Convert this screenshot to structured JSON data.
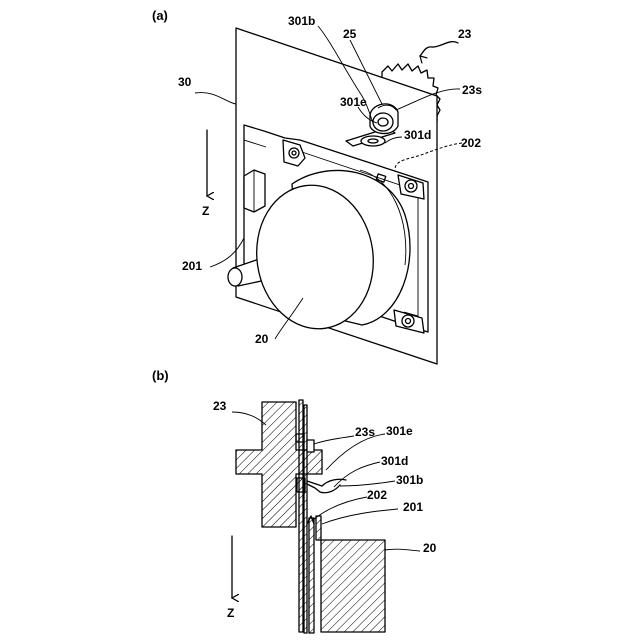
{
  "panel_a": {
    "label": "(a)",
    "labels": {
      "l23": "23",
      "l25": "25",
      "l301b": "301b",
      "l23s": "23s",
      "l30": "30",
      "l301e": "301e",
      "l301d": "301d",
      "l202": "202",
      "z": "Z",
      "l201": "201",
      "l20": "20"
    }
  },
  "panel_b": {
    "label": "(b)",
    "labels": {
      "l23": "23",
      "l23s": "23s",
      "l301e": "301e",
      "l301d": "301d",
      "l301b": "301b",
      "l202": "202",
      "l201": "201",
      "l20": "20",
      "z": "Z"
    }
  }
}
